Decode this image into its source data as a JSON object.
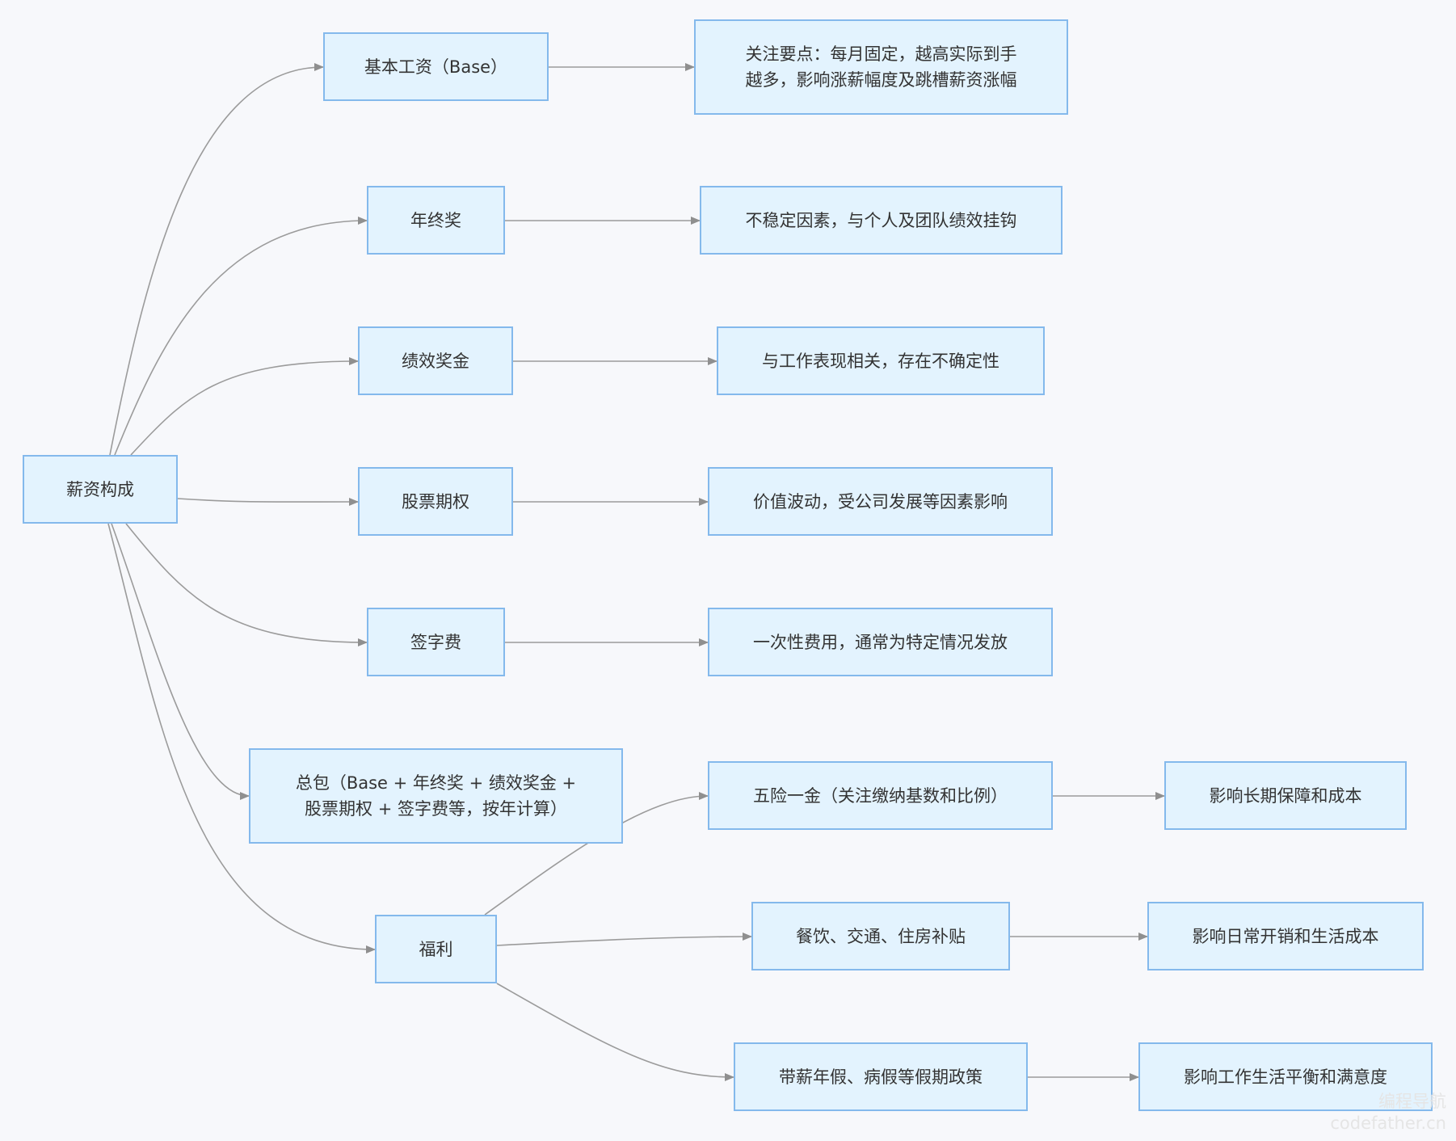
{
  "nodes": {
    "root": "薪资构成",
    "base": "基本工资（Base）",
    "base_note": "关注要点：每月固定，越高实际到手越多，影响涨薪幅度及跳槽薪资涨幅",
    "year_bonus": "年终奖",
    "year_bonus_note": "不稳定因素，与个人及团队绩效挂钩",
    "perf_bonus": "绩效奖金",
    "perf_bonus_note": "与工作表现相关，存在不确定性",
    "stock": "股票期权",
    "stock_note": "价值波动，受公司发展等因素影响",
    "signing": "签字费",
    "signing_note": "一次性费用，通常为特定情况发放",
    "total": "总包（Base + 年终奖 + 绩效奖金 + 股票期权 + 签字费等，按年计算）",
    "welfare": "福利",
    "insurance": "五险一金（关注缴纳基数和比例）",
    "insurance_note": "影响长期保障和成本",
    "subsidy": "餐饮、交通、住房补贴",
    "subsidy_note": "影响日常开销和生活成本",
    "leave": "带薪年假、病假等假期政策",
    "leave_note": "影响工作生活平衡和满意度"
  },
  "edges": [
    [
      "root",
      "base"
    ],
    [
      "root",
      "year_bonus"
    ],
    [
      "root",
      "perf_bonus"
    ],
    [
      "root",
      "stock"
    ],
    [
      "root",
      "signing"
    ],
    [
      "root",
      "total"
    ],
    [
      "root",
      "welfare"
    ],
    [
      "base",
      "base_note"
    ],
    [
      "year_bonus",
      "year_bonus_note"
    ],
    [
      "perf_bonus",
      "perf_bonus_note"
    ],
    [
      "stock",
      "stock_note"
    ],
    [
      "signing",
      "signing_note"
    ],
    [
      "welfare",
      "insurance"
    ],
    [
      "welfare",
      "subsidy"
    ],
    [
      "welfare",
      "leave"
    ],
    [
      "insurance",
      "insurance_note"
    ],
    [
      "subsidy",
      "subsidy_note"
    ],
    [
      "leave",
      "leave_note"
    ]
  ],
  "watermark": {
    "line1": "编程导航",
    "line2": "codefather.cn"
  },
  "colors": {
    "node_fill": "#e3f3fe",
    "node_border": "#84b9ec",
    "edge": "#9b9b9b",
    "background": "#f7f8fb"
  }
}
